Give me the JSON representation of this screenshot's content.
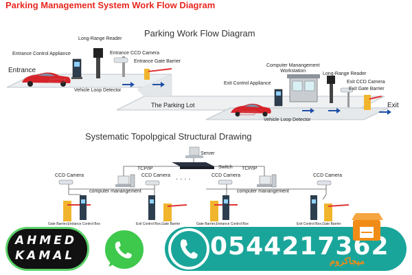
{
  "page": {
    "title": "Parking Management System Work Flow Diagram"
  },
  "workflow": {
    "title": "Parking Work Flow Diagram",
    "labels": {
      "entrance": "Entrance",
      "entrance_control_appliance": "Entrance  Control  Appliance",
      "long_range_reader_left": "Long-Range Reader",
      "entrance_ccd_camera": "Entrance CCD Camera",
      "entrance_gate_barrier": "Entrance Gate Barrier",
      "vehicle_loop_detector_left": "Vehicle Loop Detector",
      "parking_lot": "The Parking Lot",
      "computer_workstation": "Computer Manangement\nWorkstation",
      "long_range_reader_right": "Long-Range Reader",
      "exit_control_appliance": "Exit Control  Appliance",
      "exit_ccd_camera": "Exit CCD Camera",
      "exit_gate_barrier": "Exit Gate Barrier",
      "exit": "Exit",
      "vehicle_loop_detector_right": "Vehicle Loop Detector"
    }
  },
  "topology": {
    "title": "Systematic Topolpgical Structural Drawing",
    "labels": {
      "server": "Server",
      "switch": "Switch",
      "tcpip_left": "TCP/IP",
      "tcpip_right": "TCP/IP",
      "ccd_camera_1": "CCD Camera",
      "ccd_camera_2": "CCD Camera",
      "ccd_camera_3": "CCD Camera",
      "ccd_camera_4": "CCD Camera",
      "computer_management_left": "computer manangement",
      "computer_management_right": "computer manangement",
      "ellipsis": "· · · ·",
      "box_1": "Gate Barrier,Entrance Control Box",
      "box_2": "Exit Control Box,Gate Barrier",
      "box_3": "Gate Barrier,Entrance Control Box",
      "box_4": "Exit Control Box,Gate Barrier"
    }
  },
  "contact": {
    "brand_line1": "AHMED",
    "brand_line2": "KAMAL",
    "phone": "0544217362",
    "whatsapp_icon": "whatsapp-icon",
    "phone_icon": "phone-icon",
    "store_logo_icon": "store-icon",
    "store_logo_text": "ميجاكروم"
  },
  "colors": {
    "title_red": "#e8261f",
    "teal": "#1aa59a",
    "whatsapp_green": "#3ec84c",
    "barrier_yellow": "#f1b52d",
    "arrow_blue": "#1f4fa8",
    "logo_orange": "#f28c18"
  }
}
